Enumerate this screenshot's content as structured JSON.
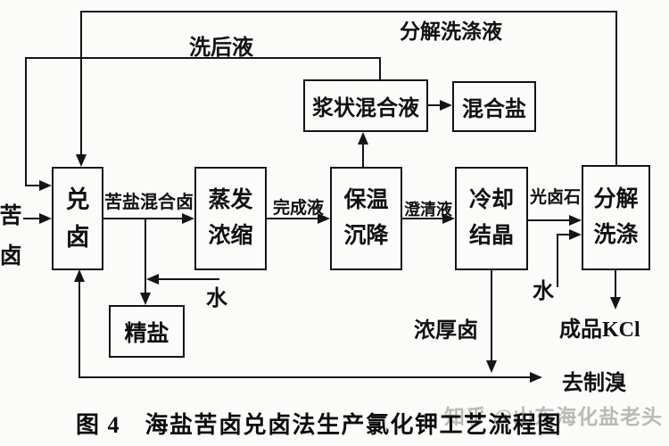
{
  "figure": {
    "caption": "图 4　海盐苦卤兑卤法生产氯化钾工艺流程图",
    "watermark": "知乎 @山东海化盐老头"
  },
  "boxes": {
    "blending": {
      "line1": "兑",
      "line2": "卤"
    },
    "evaporation": {
      "line1": "蒸发",
      "line2": "浓缩"
    },
    "settling": {
      "line1": "保温",
      "line2": "沉降"
    },
    "cooling": {
      "line1": "冷却",
      "line2": "结晶"
    },
    "decomposition": {
      "line1": "分解",
      "line2": "洗涤"
    },
    "slurry": {
      "label": "浆状混合液"
    },
    "mixed_salt": {
      "label": "混合盐"
    },
    "refined_salt": {
      "label": "精盐"
    }
  },
  "stream_labels": {
    "wash_liquor": "洗后液",
    "decomp_wash_liquor": "分解洗涤液",
    "bittern_char1": "苦",
    "bittern_char2": "卤",
    "bitter_salt_mixed_brine": "苦盐混合卤",
    "finished_liquor": "完成液",
    "clarified_liquor": "澄清液",
    "carnallite": "光卤石",
    "water_left": "水",
    "water_right": "水",
    "thick_brine": "浓厚卤",
    "product_kcl": "成品KCl",
    "to_bromine": "去制溴"
  },
  "edges": [
    "苦卤 → 兑卤",
    "洗后液(浆状混合液顶部) → 兑卤",
    "分解洗涤液(分解洗涤顶部) → 兑卤",
    "兑卤 →(苦盐混合卤)→ 蒸发浓缩",
    "苦盐混合卤支线 + 水 → 精盐",
    "蒸发浓缩 →(完成液)→ 保温沉降",
    "保温沉降 → 浆状混合液",
    "浆状混合液 → 混合盐",
    "保温沉降 →(澄清液)→ 冷却结晶",
    "冷却结晶 →(光卤石)→ 分解洗涤",
    "水 → 分解洗涤",
    "分解洗涤 → 成品KCl",
    "冷却结晶 →(浓厚卤)→ 底部总线 → 去制溴 / 回兑卤"
  ],
  "colors": {
    "line": "#141414",
    "text": "#111111",
    "background": "#fbfbf9",
    "watermark": "#b9b9b6"
  }
}
